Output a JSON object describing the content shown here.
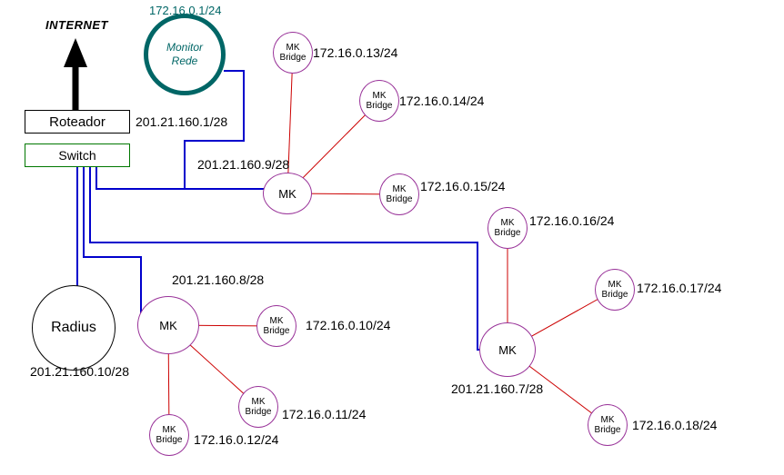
{
  "colors": {
    "blue_line": "#0000cc",
    "red_line": "#cc0000",
    "purple_node": "#993399",
    "teal": "#006666",
    "green": "#007700",
    "black": "#000000"
  },
  "internet": {
    "label": "INTERNET"
  },
  "router": {
    "label": "Roteador",
    "ip": "201.21.160.1/28"
  },
  "switch": {
    "label": "Switch"
  },
  "monitor": {
    "line1": "Monitor",
    "line2": "Rede",
    "ip": "172.16.0.1/24"
  },
  "radius": {
    "label": "Radius",
    "ip": "201.21.160.10/28"
  },
  "routers": [
    {
      "label": "MK",
      "ip": "201.21.160.9/28"
    },
    {
      "label": "MK",
      "ip": "201.21.160.8/28"
    },
    {
      "label": "MK",
      "ip": "201.21.160.7/28"
    }
  ],
  "bridges": [
    {
      "line1": "MK",
      "line2": "Bridge",
      "ip": "172.16.0.13/24"
    },
    {
      "line1": "MK",
      "line2": "Bridge",
      "ip": "172.16.0.14/24"
    },
    {
      "line1": "MK",
      "line2": "Bridge",
      "ip": "172.16.0.15/24"
    },
    {
      "line1": "MK",
      "line2": "Bridge",
      "ip": "172.16.0.16/24"
    },
    {
      "line1": "MK",
      "line2": "Bridge",
      "ip": "172.16.0.17/24"
    },
    {
      "line1": "MK",
      "line2": "Bridge",
      "ip": "172.16.0.18/24"
    },
    {
      "line1": "MK",
      "line2": "Bridge",
      "ip": "172.16.0.10/24"
    },
    {
      "line1": "MK",
      "line2": "Bridge",
      "ip": "172.16.0.11/24"
    },
    {
      "line1": "MK",
      "line2": "Bridge",
      "ip": "172.16.0.12/24"
    }
  ]
}
